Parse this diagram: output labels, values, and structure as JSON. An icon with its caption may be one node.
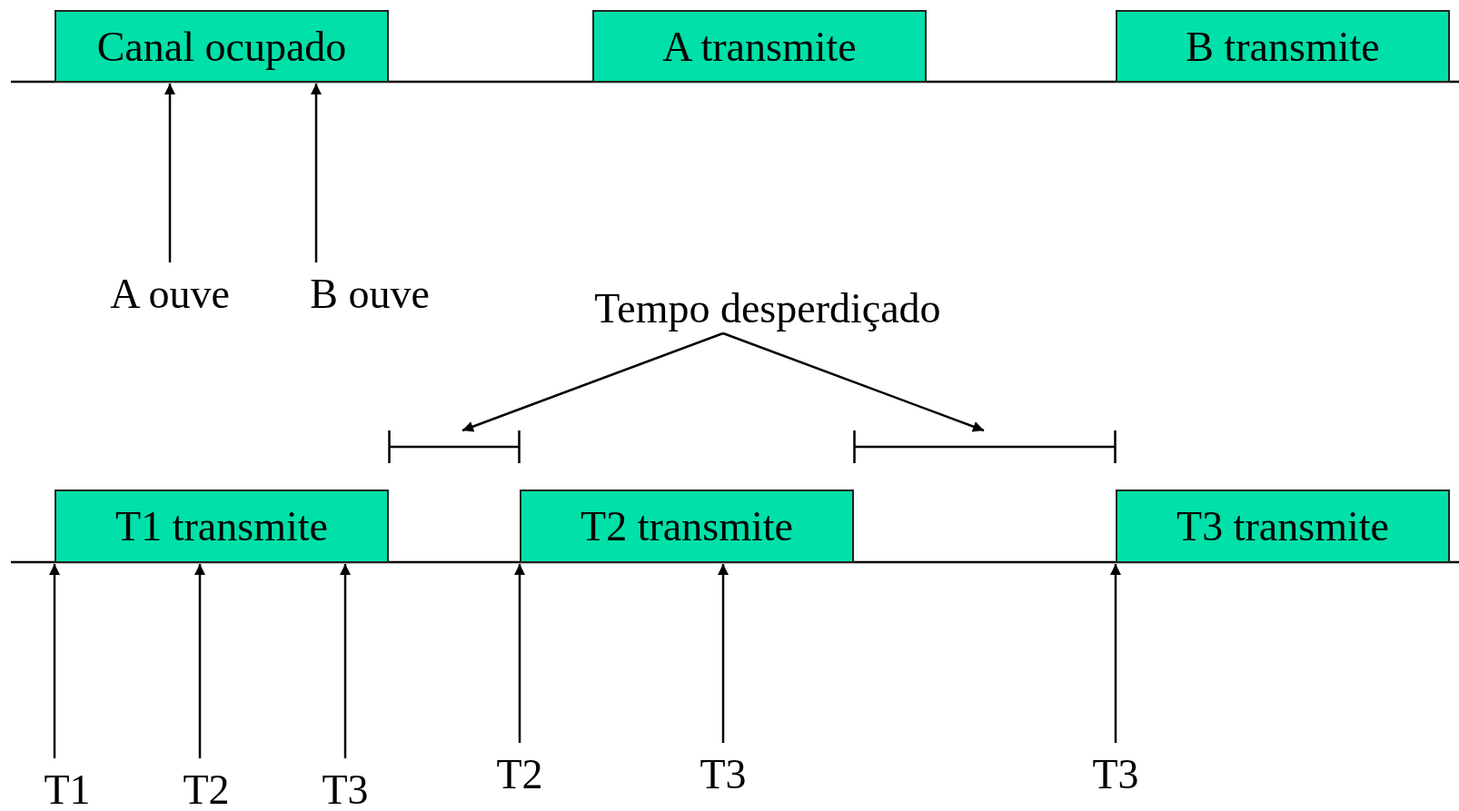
{
  "diagram": {
    "nodes": [
      {
        "text": [
          "Canal ocupado"
        ]
      },
      {
        "text": [
          "A transmite"
        ]
      },
      {
        "text": [
          "B transmite"
        ]
      },
      {
        "text": [
          "A ouve"
        ]
      },
      {
        "text": [
          "B ouve"
        ]
      },
      {
        "text": [
          "Tempo desperdiçado"
        ]
      },
      {
        "text": [],
        "shape": "bracket"
      },
      {
        "text": [],
        "shape": "bracket"
      },
      {
        "text": [
          "T1 transmite"
        ]
      },
      {
        "text": [
          "T2 transmite"
        ]
      },
      {
        "text": [
          "T3 transmite"
        ]
      },
      {
        "text": [
          "T1"
        ]
      },
      {
        "text": [
          "T2"
        ]
      },
      {
        "text": [
          "T3"
        ]
      },
      {
        "text": [
          "T2"
        ]
      },
      {
        "text": [
          "T3"
        ]
      },
      {
        "text": [
          "T3"
        ]
      }
    ],
    "edges": [
      {
        "from": 3,
        "to": 0,
        "arrow": "to"
      },
      {
        "from": 4,
        "to": 0,
        "arrow": "to"
      },
      {
        "from": 5,
        "to": 6,
        "arrow": "to"
      },
      {
        "from": 5,
        "to": 7,
        "arrow": "to"
      },
      {
        "from": 11,
        "to": 8,
        "arrow": "to"
      },
      {
        "from": 12,
        "to": 8,
        "arrow": "to"
      },
      {
        "from": 13,
        "to": 8,
        "arrow": "to"
      },
      {
        "from": 14,
        "to": 9,
        "arrow": "to"
      },
      {
        "from": 15,
        "to": 9,
        "arrow": "to"
      },
      {
        "from": 16,
        "to": 10,
        "arrow": "to"
      }
    ]
  }
}
